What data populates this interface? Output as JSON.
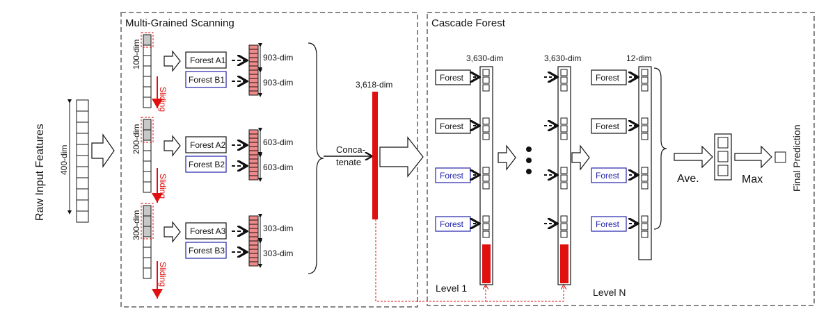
{
  "input": {
    "title": "Raw Input Features",
    "dim": "400-dim"
  },
  "mgs": {
    "title": "Multi-Grained Scanning",
    "sliding_label": "Sliding",
    "windows": [
      {
        "dim": "100-dim",
        "forest_a": "Forest A1",
        "forest_b": "Forest B1",
        "out_a": "903-dim",
        "out_b": "903-dim"
      },
      {
        "dim": "200-dim",
        "forest_a": "Forest A2",
        "forest_b": "Forest B2",
        "out_a": "603-dim",
        "out_b": "603-dim"
      },
      {
        "dim": "300-dim",
        "forest_a": "Forest A3",
        "forest_b": "Forest B3",
        "out_a": "303-dim",
        "out_b": "303-dim"
      }
    ]
  },
  "concat": {
    "label_line1": "Conca-",
    "label_line2": "tenate",
    "dim": "3,618-dim"
  },
  "cascade": {
    "title": "Cascade Forest",
    "level1": {
      "label": "Level 1",
      "dim": "3,630-dim"
    },
    "levelN": {
      "label": "Level N",
      "dim": "3,630-dim"
    },
    "final_level": {
      "dim": "12-dim"
    },
    "forest_label": "Forest",
    "forest_types": [
      "black",
      "black",
      "blue",
      "blue"
    ]
  },
  "output": {
    "ave_label": "Ave.",
    "max_label": "Max",
    "final_label": "Final Prediction"
  },
  "colors": {
    "red": "#e01010",
    "blue": "#2222aa",
    "pink": "#f08a8a",
    "dash": "#888888"
  }
}
